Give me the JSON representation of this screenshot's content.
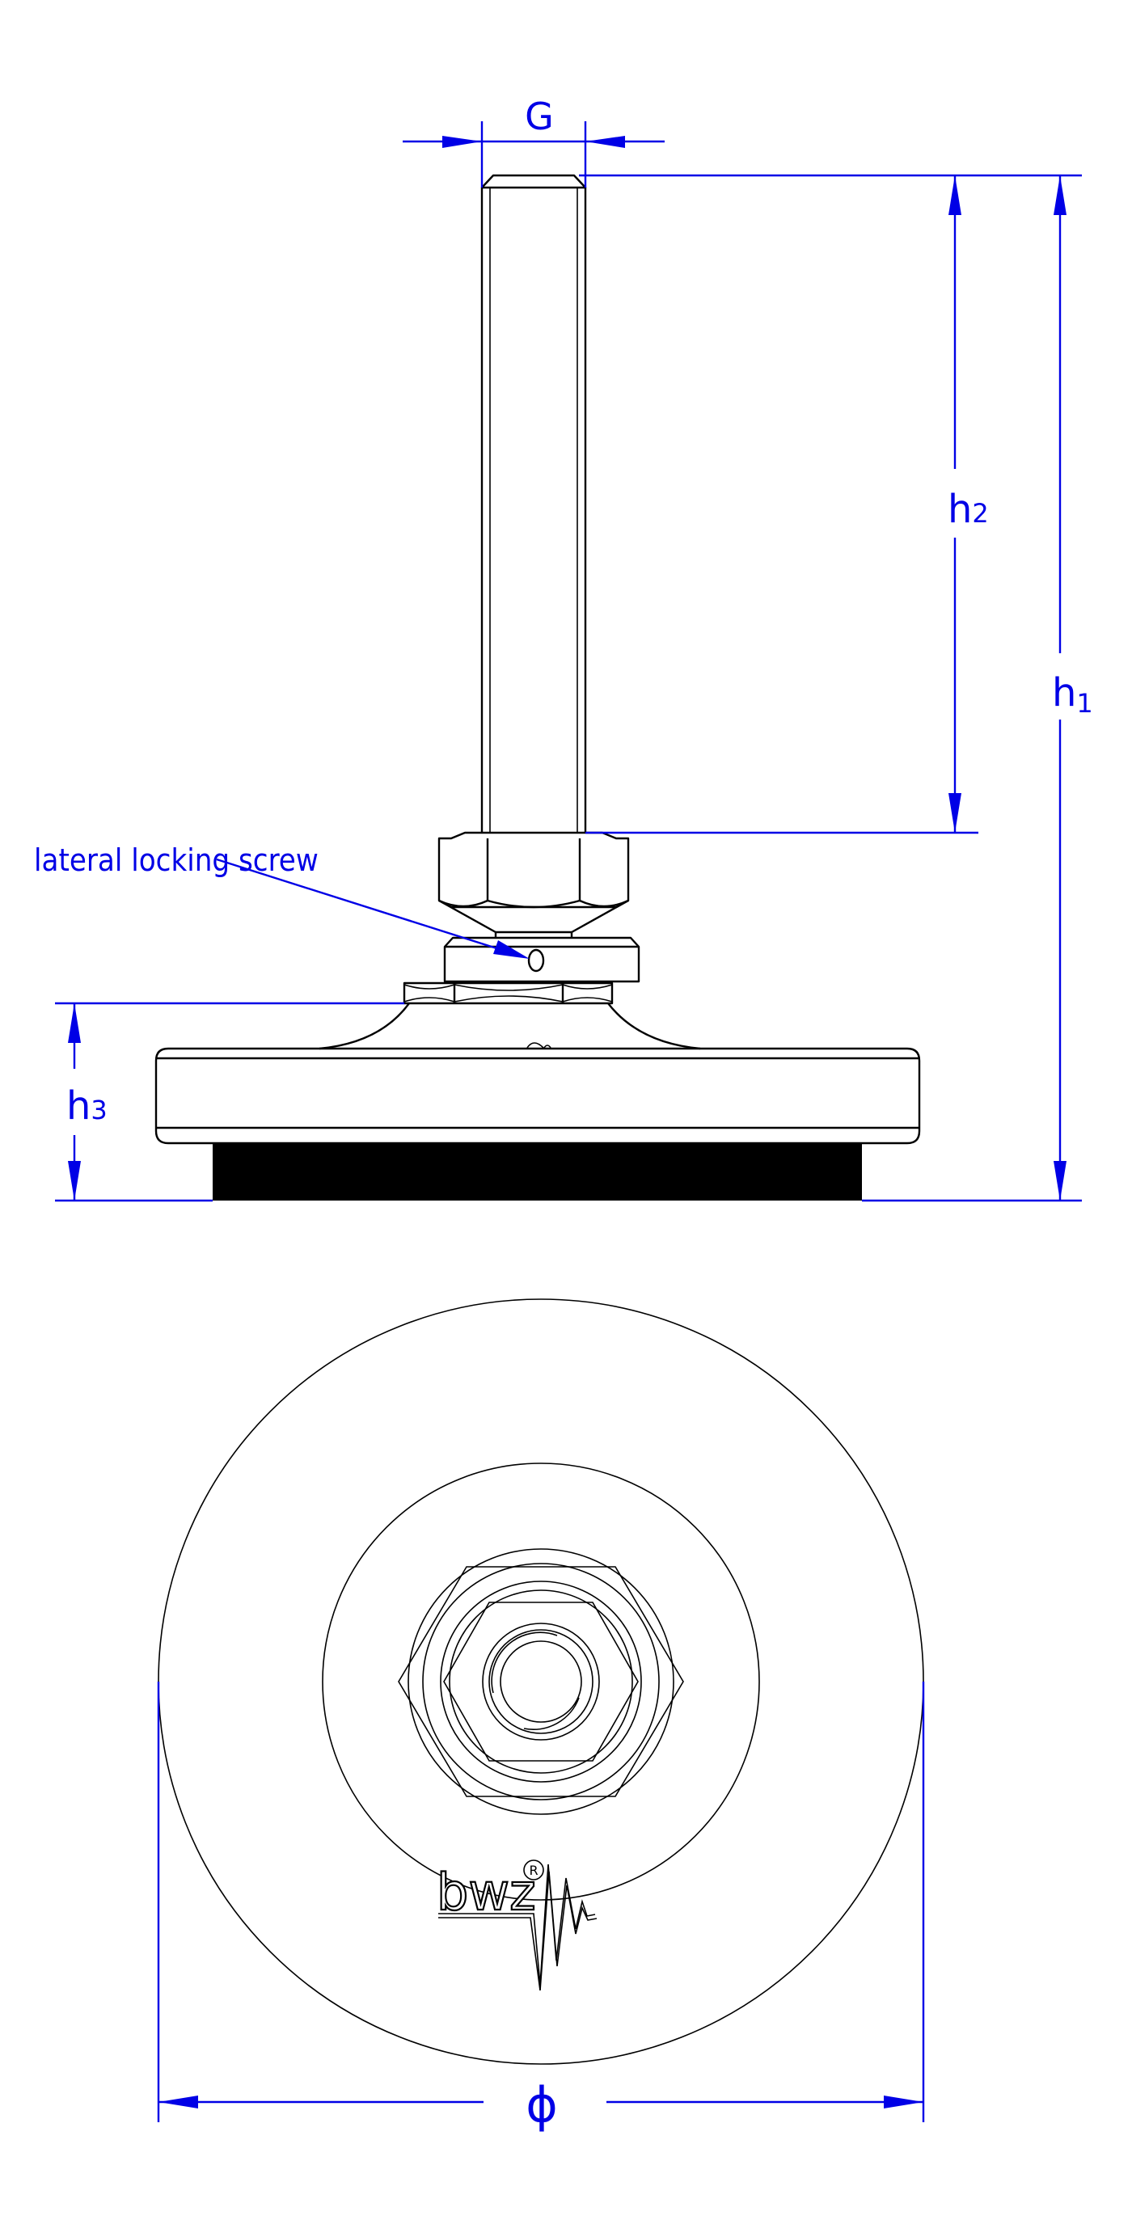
{
  "drawing": {
    "title": "Leveling foot technical drawing",
    "views": [
      "side-view",
      "top-view"
    ],
    "colors": {
      "outline": "#000000",
      "dimension": "#0000e6",
      "background": "#ffffff",
      "rubber_pad": "#000000"
    }
  },
  "dimensions": {
    "thread": {
      "symbol": "G"
    },
    "h1": {
      "letter": "h",
      "subscript": "1"
    },
    "h2": {
      "letter": "h",
      "subscript": "2"
    },
    "h3": {
      "letter": "h",
      "subscript": "3"
    },
    "diameter": {
      "symbol": "ϕ"
    }
  },
  "callouts": {
    "locking_screw": "lateral locking screw"
  },
  "logo": {
    "text": "bwz",
    "registered": "R"
  }
}
